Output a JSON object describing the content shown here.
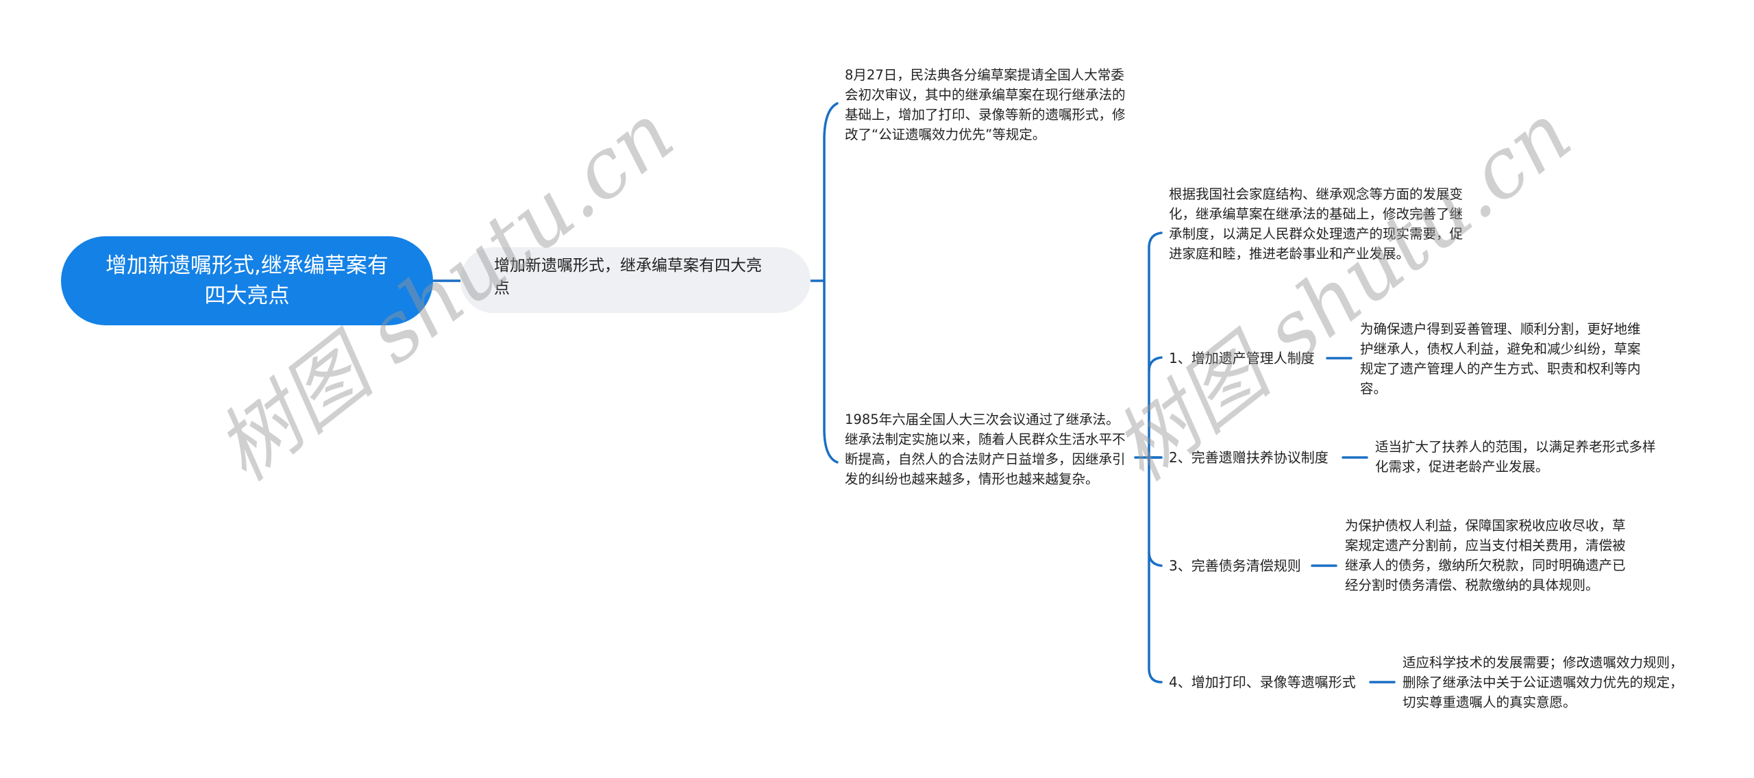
{
  "root": {
    "label": "增加新遗嘱形式,继承编草案有四大亮点"
  },
  "main": {
    "label": "增加新遗嘱形式，继承编草案有四大亮点"
  },
  "branches": {
    "background_1": "8月27日，民法典各分编草案提请全国人大常委会初次审议，其中的继承编草案在现行继承法的基础上，增加了打印、录像等新的遗嘱形式，修改了“公证遗嘱效力优先”等规定。",
    "background_2": "1985年六届全国人大三次会议通过了继承法。继承法制定实施以来，随着人民群众生活水平不断提高，自然人的合法财产日益增多，因继承引发的纠纷也越来越多，情形也越来越复杂。"
  },
  "subtopics": {
    "intro": "根据我国社会家庭结构、继承观念等方面的发展变化，继承编草案在继承法的基础上，修改完善了继承制度，以满足人民群众处理遗产的现实需要，促进家庭和睦，推进老龄事业和产业发展。",
    "items": [
      {
        "label": "1、增加遗产管理人制度",
        "detail": "为确保遗户得到妥善管理、顺利分割，更好地维护继承人，债权人利益，避免和减少纠纷，草案规定了遗产管理人的产生方式、职责和权利等内容。"
      },
      {
        "label": "2、完善遗赠扶养协议制度",
        "detail": "适当扩大了扶养人的范围，以满足养老形式多样化需求，促进老龄产业发展。"
      },
      {
        "label": "3、完善债务清偿规则",
        "detail": "为保护债权人利益，保障国家税收应收尽收，草案规定遗产分割前，应当支付相关费用，清偿被继承人的债务，缴纳所欠税款，同时明确遗产已经分割时债务清偿、税款缴纳的具体规则。"
      },
      {
        "label": "4、增加打印、录像等遗嘱形式",
        "detail": "适应科学技术的发展需要；修改遗嘱效力规则，删除了继承法中关于公证遗嘱效力优先的规定，切实尊重遗嘱人的真实意愿。"
      }
    ]
  },
  "watermark": {
    "text": "树图 shutu.cn"
  },
  "colors": {
    "accent": "#1481e6",
    "line": "#1a6fc4",
    "main_bg": "#eef0f3",
    "text": "#222222"
  }
}
